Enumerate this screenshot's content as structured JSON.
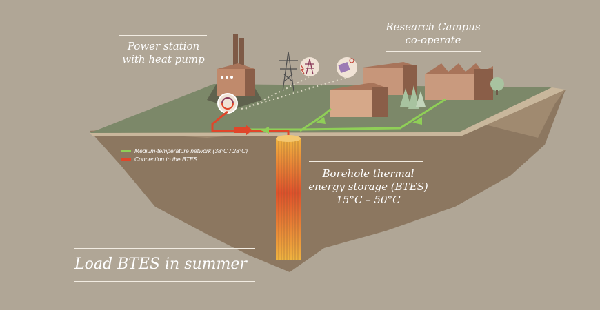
{
  "labels": {
    "power_station": "Power station\nwith heat pump",
    "campus": "Research Campus\nco-operate",
    "btes": "Borehole thermal\nenergy storage (BTES)\n15°C – 50°C",
    "title": "Load BTES in summer"
  },
  "legend": {
    "green_text": "Medium-temperature network (38°C / 28°C)",
    "red_text": "Connection to the BTES"
  },
  "colors": {
    "background": "#b0a696",
    "ground_top": "#7e8a6a",
    "soil": "#8f7a62",
    "green_network": "#8fcf57",
    "red_connection": "#e0462a",
    "building": "#b07a5e",
    "tree": "#a8c3a0"
  },
  "icons": [
    "power-pylon-icon",
    "electricity-pylon-icon",
    "solar-panel-icon",
    "heat-pump-icon",
    "flow-arrow-icon"
  ]
}
